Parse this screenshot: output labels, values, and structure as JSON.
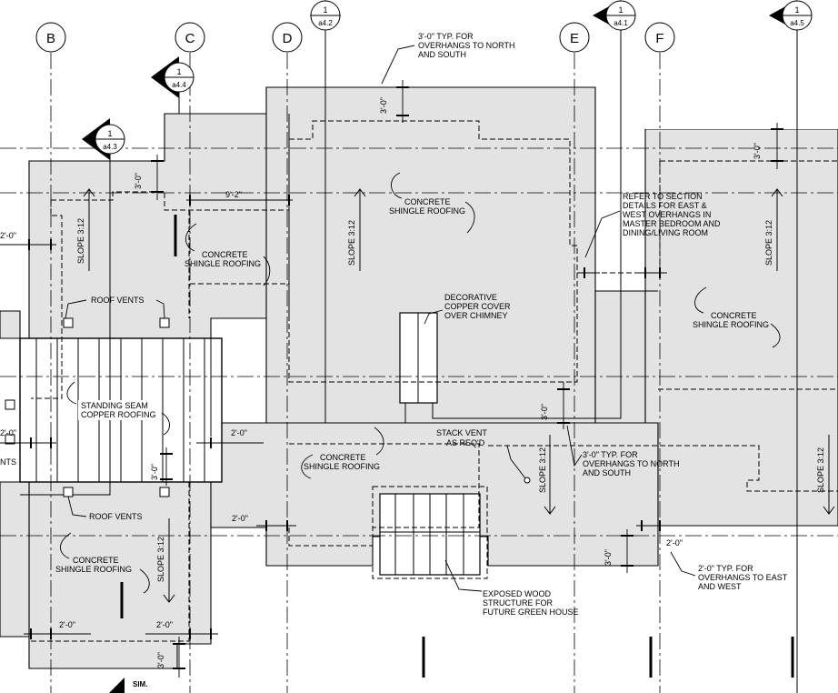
{
  "grid_lines": [
    "B",
    "C",
    "D",
    "E",
    "F"
  ],
  "section_tags": [
    {
      "num": "1",
      "ref": "a4.2"
    },
    {
      "num": "1",
      "ref": "a4.1"
    },
    {
      "num": "1",
      "ref": "a4.5"
    },
    {
      "num": "1",
      "ref": "a4.4"
    },
    {
      "num": "1",
      "ref": "a4.3"
    }
  ],
  "notes": {
    "overhang_ns_top": [
      "3'-0\" TYP. FOR",
      "OVERHANGS TO NORTH",
      "AND SOUTH"
    ],
    "overhang_ns_mid": [
      "3'-0\" TYP. FOR",
      "OVERHANGS TO NORTH",
      "AND SOUTH"
    ],
    "overhang_ew": [
      "2'-0\" TYP. FOR",
      "OVERHANGS TO EAST",
      "AND WEST"
    ],
    "refer_section": [
      "REFER TO SECTION",
      "DETAILS FOR EAST &",
      "WEST OVERHANGS IN",
      "MASTER BEDROOM AND",
      "DINING/LIVING ROOM"
    ],
    "decorative_copper": [
      "DECORATIVE",
      "COPPER COVER",
      "OVER CHIMNEY"
    ],
    "standing_seam": [
      "STANDING SEAM",
      "COPPER ROOFING"
    ],
    "stack_vent": [
      "STACK VENT",
      "AS REQ'D"
    ],
    "exposed_wood": [
      "EXPOSED WOOD",
      "STRUCTURE FOR",
      "FUTURE GREEN HOUSE"
    ],
    "roof_vents": "ROOF VENTS",
    "concrete_shingle": [
      "CONCRETE",
      "SHINGLE ROOFING"
    ],
    "slope": "SLOPE 3:12",
    "sim": "SIM.",
    "nts": "NTS"
  },
  "dimensions": {
    "d3_0": "3'-0\"",
    "d2_0": "2'-0\"",
    "d9_2": "9'-2\""
  }
}
